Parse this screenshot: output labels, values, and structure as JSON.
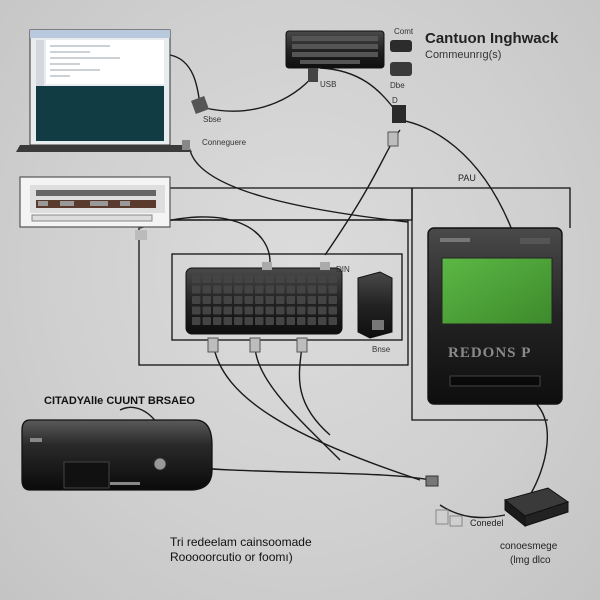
{
  "labels": {
    "title": "Cantuon Inghwack",
    "subtitle": "Commeunrıg(s)",
    "label_top": "Comt",
    "label_usb": "USB",
    "label_dbe": "Dbe",
    "label_sbse": "Sbse",
    "label_compe": "Conneguere",
    "label_pau": "PAU",
    "label_d": "D",
    "label_din": "DIN",
    "label_bnse": "Bnse",
    "monitor_brand": "REDONS P",
    "console_heading": "CITADYAlIe CUUNT BRSAEO",
    "caption_line1": "Tri redeelam cainsoomade",
    "caption_line2": "Rooooorcutio or foomı)",
    "label_conedl": "Conedel",
    "label_ext1": "conoesmege",
    "label_ext2": "(lmg dlco"
  },
  "colors": {
    "screen_green": "#4fa33a",
    "device_dark": "#1e1e1e",
    "laptop_screen": "#123c44"
  }
}
